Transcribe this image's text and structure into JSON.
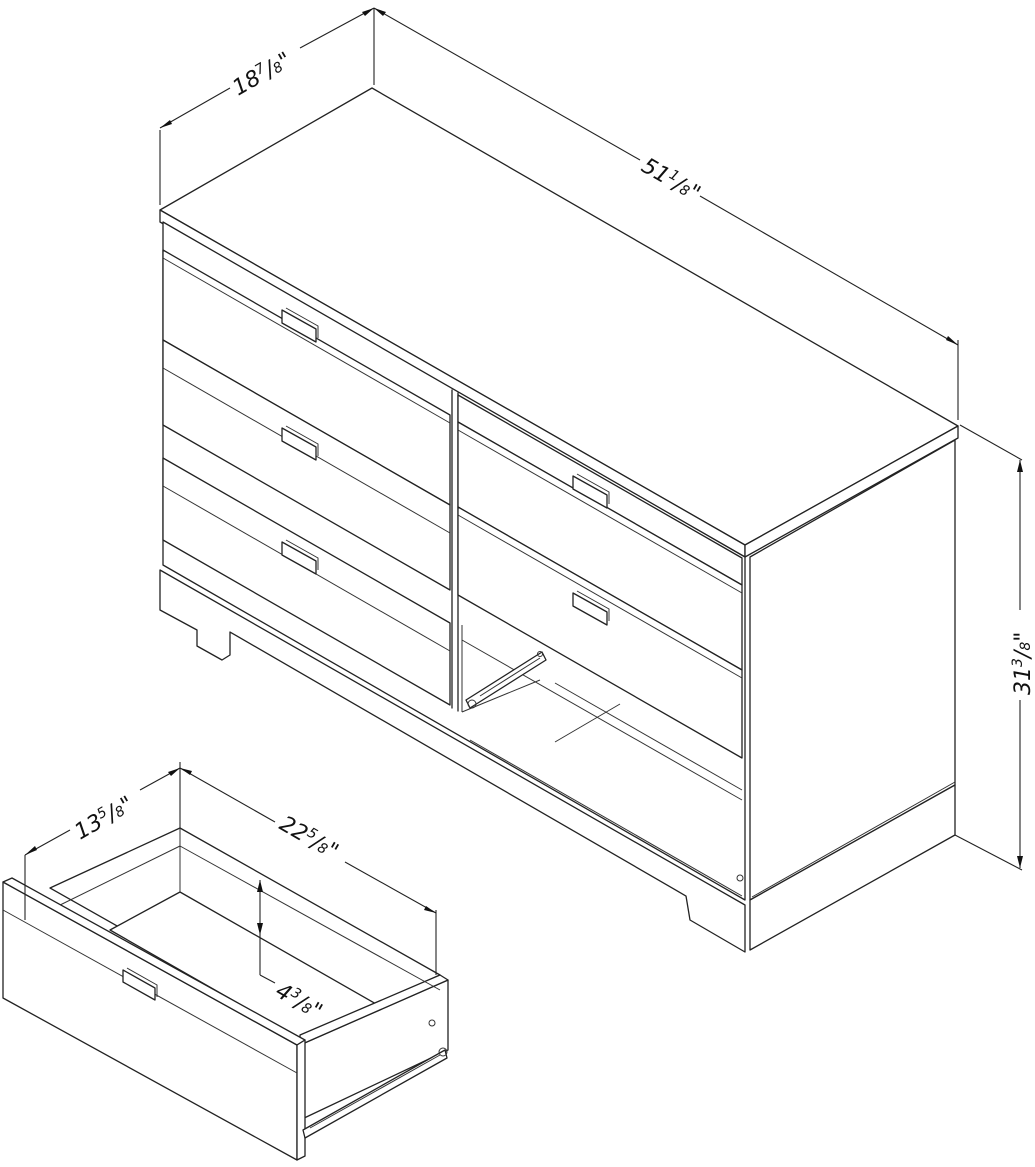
{
  "diagram": {
    "type": "isometric-line-drawing",
    "subject": "six-drawer double dresser with detached drawer",
    "line_color": "#222222",
    "background": "#ffffff",
    "dresser": {
      "drawers": 6,
      "columns": 2,
      "rows": 3,
      "handle_style": "recessed-tab-pull",
      "dimensions": {
        "depth": {
          "whole": "18",
          "num": "7",
          "den": "8",
          "unit": "\"",
          "label": "18 7/8\""
        },
        "width": {
          "whole": "51",
          "num": "1",
          "den": "8",
          "unit": "\"",
          "label": "51 1/8\""
        },
        "height": {
          "whole": "31",
          "num": "3",
          "den": "8",
          "unit": "\"",
          "label": "31 3/8\""
        }
      }
    },
    "drawer": {
      "description": "removed drawer with side slide rail",
      "dimensions": {
        "width": {
          "whole": "13",
          "num": "5",
          "den": "8",
          "unit": "\"",
          "label": "13 5/8\""
        },
        "depth": {
          "whole": "22",
          "num": "5",
          "den": "8",
          "unit": "\"",
          "label": "22 5/8\""
        },
        "height": {
          "whole": "4",
          "num": "3",
          "den": "8",
          "unit": "\"",
          "label": "4 3/8\""
        }
      }
    }
  }
}
